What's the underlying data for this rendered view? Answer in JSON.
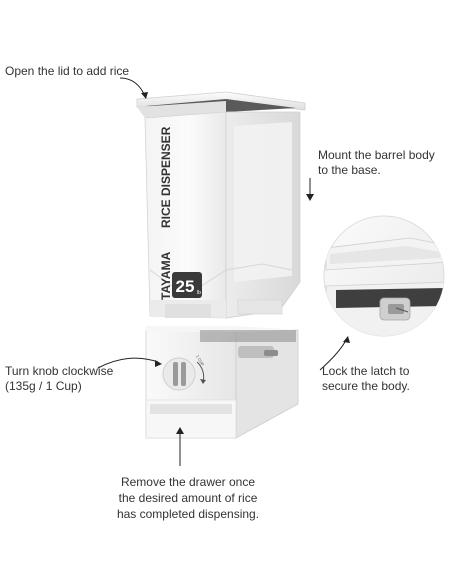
{
  "labels": {
    "open_lid": "Open the lid to add rice",
    "mount_barrel": [
      "Mount the barrel body",
      "to the base."
    ],
    "turn_knob": [
      "Turn knob clockwise",
      "(135g / 1 Cup)"
    ],
    "lock_latch": [
      "Lock the latch to",
      "secure the body."
    ],
    "remove_drawer": [
      "Remove the drawer once",
      "the desired amount of rice",
      "has completed dispensing."
    ]
  },
  "product": {
    "brand": "TAYAMA",
    "name": "RICE DISPENSER",
    "capacity_badge": "25",
    "capacity_unit": "lb",
    "knob_hint": "1 CUP"
  },
  "icons": {
    "callout_arrows": "curved-arrow-icon"
  }
}
